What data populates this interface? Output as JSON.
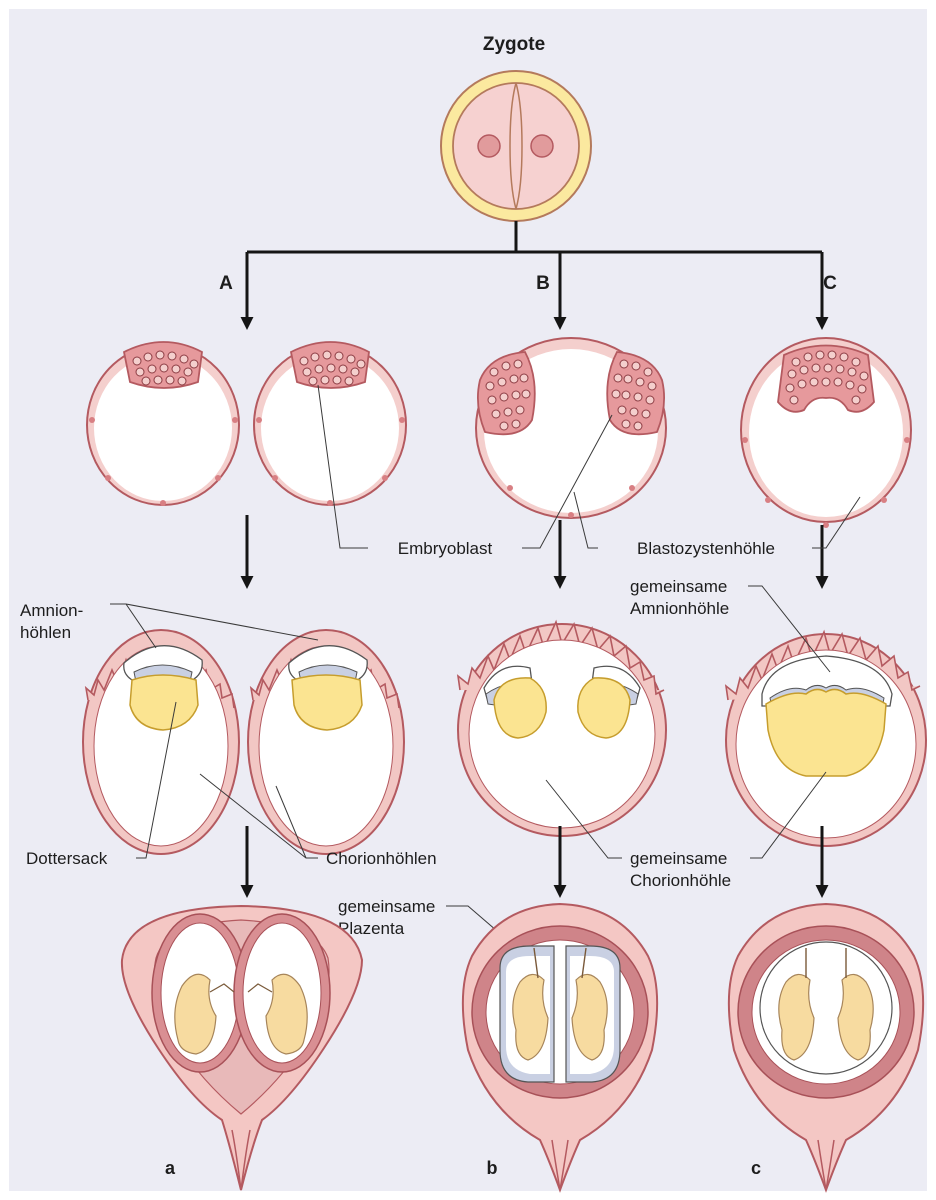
{
  "title": "Zygote",
  "paths": {
    "a": "A",
    "b": "B",
    "c": "C"
  },
  "labels": {
    "embryoblast": "Embryoblast",
    "blastocyst_cavity": "Blastozystenhöhle",
    "amnion_cavities_1": "Amnion-",
    "amnion_cavities_2": "höhlen",
    "common_amnion_1": "gemeinsame",
    "common_amnion_2": "Amnionhöhle",
    "yolk_sac": "Dottersack",
    "chorion_cavities": "Chorionhöhlen",
    "common_chorion_1": "gemeinsame",
    "common_chorion_2": "Chorionhöhle",
    "common_placenta_1": "gemeinsame",
    "common_placenta_2": "Plazenta"
  },
  "panels": {
    "a": "a",
    "b": "b",
    "c": "c"
  },
  "colors": {
    "background": "#ececf4",
    "tissue": "#f2c7c4",
    "tissue_dark": "#d87f83",
    "tissue_outline": "#b45a60",
    "yolk": "#fbe491",
    "yolk_outline": "#c69d2d",
    "zona": "#fbe99f",
    "cavity": "#ffffff",
    "amnion_fill": "#c9d0e3",
    "fetus": "#f7dba0",
    "arrow": "#151515"
  }
}
